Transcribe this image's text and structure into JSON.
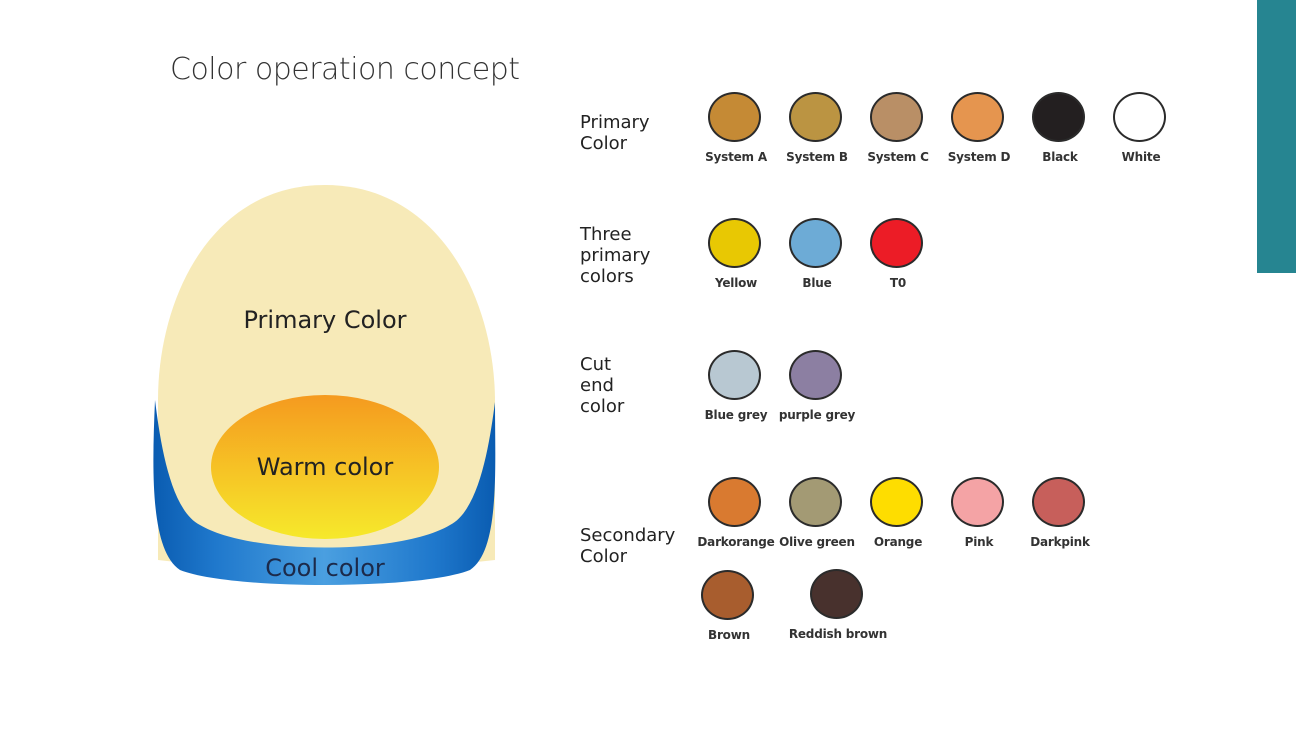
{
  "page": {
    "title": "Color operation concept",
    "accent_color": "#268591"
  },
  "diagram": {
    "outer_label": "Primary Color",
    "inner_label": "Warm color",
    "bottom_label": "Cool color",
    "colors": {
      "primary_fill": "#f7eab8",
      "warm_top": "#f59a1f",
      "warm_bottom": "#f6e92b",
      "cool_dark": "#0a5cb1",
      "cool_light": "#4a9fe0"
    }
  },
  "groups": [
    {
      "label": "Primary\nColor",
      "swatches": [
        {
          "name": "System A",
          "color": "#c58a35"
        },
        {
          "name": "System B",
          "color": "#bb9442"
        },
        {
          "name": "System C",
          "color": "#b98f66"
        },
        {
          "name": "System D",
          "color": "#e5954f"
        },
        {
          "name": "Black",
          "color": "#231f20"
        },
        {
          "name": "White",
          "color": "#ffffff"
        }
      ]
    },
    {
      "label": "Three\nprimary\ncolors",
      "swatches": [
        {
          "name": "Yellow",
          "color": "#e8c803"
        },
        {
          "name": "Blue",
          "color": "#6dabd6"
        },
        {
          "name": "T0",
          "color": "#ec1c26"
        }
      ]
    },
    {
      "label": "Cut\nend\ncolor",
      "swatches": [
        {
          "name": "Blue grey",
          "color": "#b8c8d2"
        },
        {
          "name": "purple grey",
          "color": "#8c7fa2"
        }
      ]
    },
    {
      "label": "Secondary\nColor",
      "swatches": [
        {
          "name": "Darkorange",
          "color": "#d97a30"
        },
        {
          "name": "Olive green",
          "color": "#a39a74"
        },
        {
          "name": "Orange",
          "color": "#fedd00"
        },
        {
          "name": "Pink",
          "color": "#f4a3a5"
        },
        {
          "name": "Darkpink",
          "color": "#c75f5b"
        },
        {
          "name": "Brown",
          "color": "#a85d2e"
        },
        {
          "name": "Reddish brown",
          "color": "#48312d"
        }
      ]
    }
  ]
}
